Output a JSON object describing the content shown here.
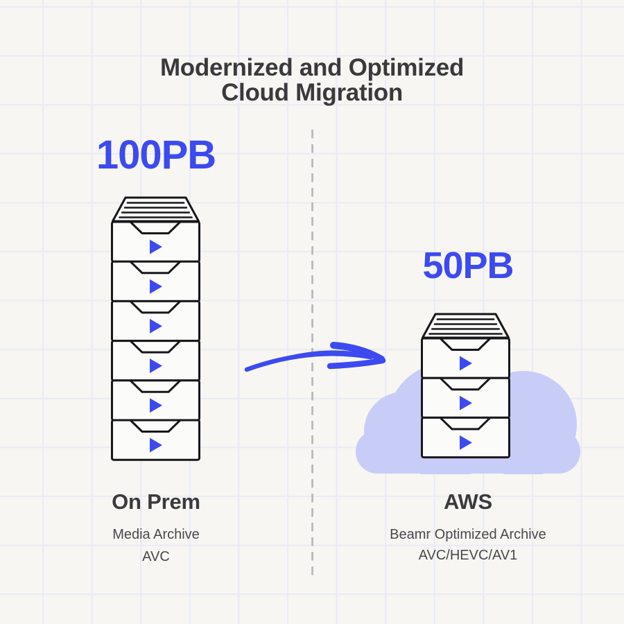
{
  "title": {
    "line1": "Modernized and Optimized",
    "line2": "Cloud Migration"
  },
  "left_side": {
    "capacity": "100PB",
    "platform": "On Prem",
    "archive_type": "Media Archive",
    "codecs": "AVC",
    "drawer_count": 6
  },
  "right_side": {
    "capacity": "50PB",
    "platform": "AWS",
    "archive_type": "Beamr Optimized Archive",
    "codecs": "AVC/HEVC/AV1",
    "drawer_count": 3
  },
  "icons": {
    "left_stack": "archive-drawer-stack",
    "right_stack": "archive-drawer-stack",
    "play": "play-triangle",
    "cloud": "cloud",
    "arrow": "brush-arrow-right",
    "divider": "vertical-dashed-line"
  },
  "colors": {
    "accent_blue": "#3c4af0",
    "cloud_fill": "#c7cdf7",
    "ink": "#17171a",
    "heading_text": "#3a3a3c",
    "body_text": "#48484c",
    "background": "#f7f6f3",
    "grid_line": "#e9ebf5",
    "divider": "#b4b4b6",
    "drawer_fill": "#fbfbfa"
  }
}
